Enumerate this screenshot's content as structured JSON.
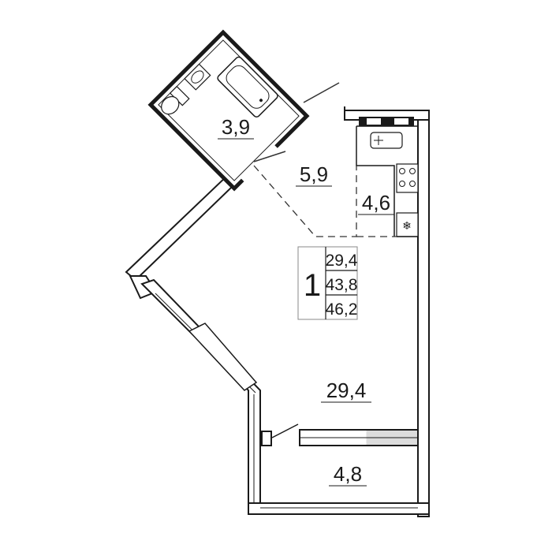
{
  "rooms": {
    "bathroom_area": "3,9",
    "hall_area": "5,9",
    "kitchen_area": "4,6",
    "living_area": "29,4",
    "balcony_area": "4,8"
  },
  "legend": {
    "rooms_count": "1",
    "living_area": "29,4",
    "total_area": "43,8",
    "total_with_balcony": "46,2"
  },
  "colors": {
    "wall": "#1a1a1a",
    "line": "#333333",
    "fill": "#ffffff"
  },
  "icons": [
    "sink-icon",
    "stove-icon",
    "fridge-icon",
    "bathtub-icon",
    "toilet-icon",
    "washbasin-icon"
  ]
}
